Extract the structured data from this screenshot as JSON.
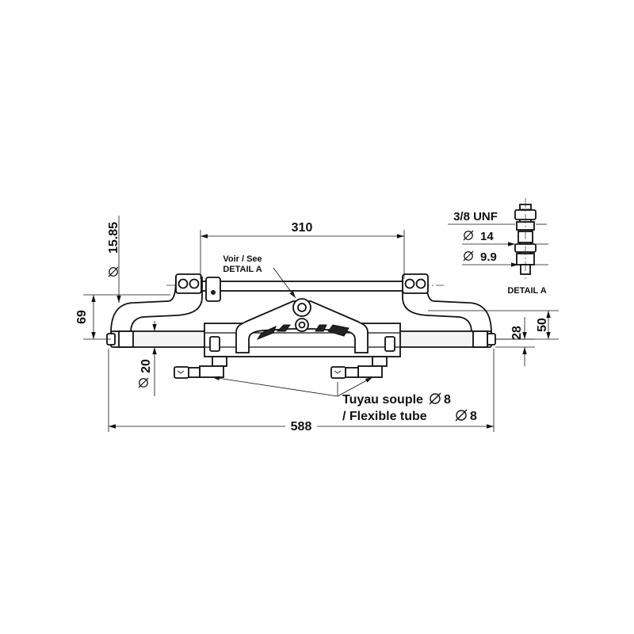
{
  "dimensions": {
    "overall_length": "588",
    "bracket_span": "310",
    "height_total": "69",
    "tube_height": "50",
    "offset": "28",
    "diameter_mount": "15.85",
    "diameter_rod": "20"
  },
  "detail_ref": {
    "line1": "Voir / See",
    "line2": "DETAIL A"
  },
  "detail_a": {
    "thread": "3/8 UNF",
    "diameter_outer": "14",
    "diameter_inner": "9.9",
    "title": "DETAIL A"
  },
  "hose_callout": {
    "line1": "Tuyau souple",
    "line1_size": "8",
    "line2": "/ Flexible tube",
    "line2_size": "8"
  }
}
